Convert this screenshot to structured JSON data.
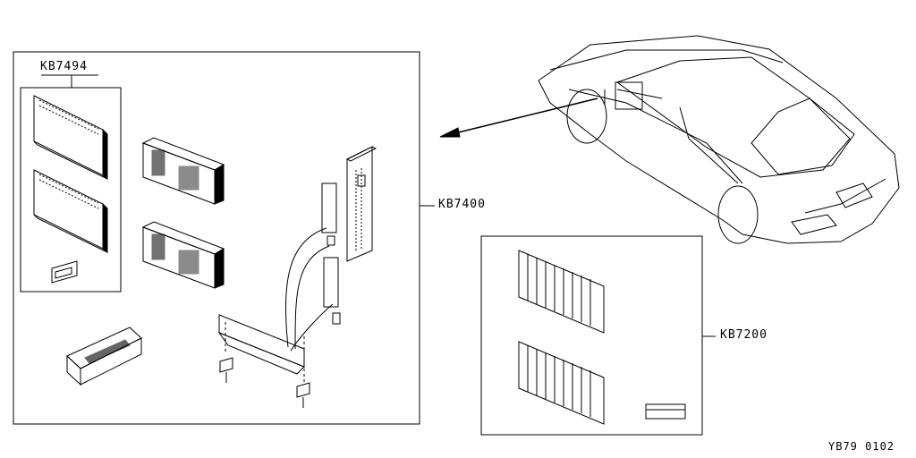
{
  "labels": {
    "kit_kb7494": "KB7494",
    "kit_kb7400": "KB7400",
    "kit_kb7200": "KB7200"
  },
  "diagram_code": "YB79 0102",
  "colors": {
    "line": "#000000",
    "background": "#ffffff"
  }
}
